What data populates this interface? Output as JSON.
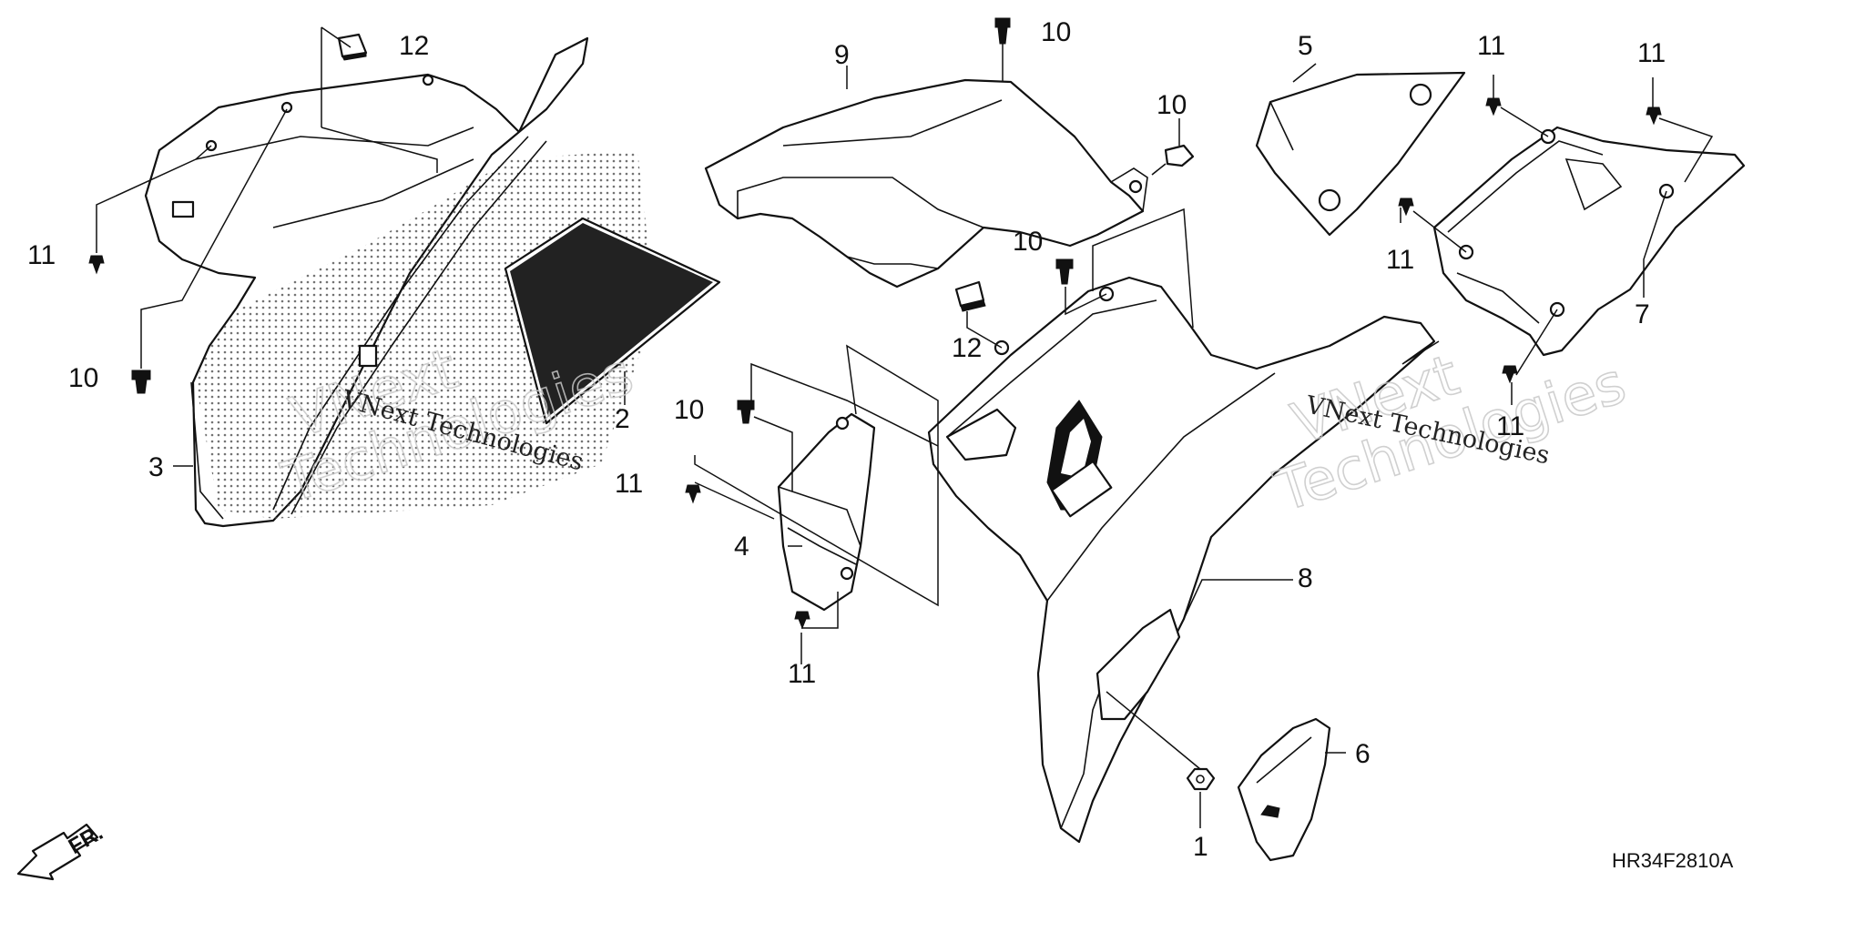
{
  "diagram_code": "HR34F2810A",
  "direction_label": "FR.",
  "watermark": {
    "line1": "VNext Technologies",
    "ghost_line_a": "VNext",
    "ghost_line_b": "Technologies"
  },
  "callouts": [
    {
      "label": "12"
    },
    {
      "label": "11"
    },
    {
      "label": "10"
    },
    {
      "label": "3"
    },
    {
      "label": "2"
    },
    {
      "label": "10"
    },
    {
      "label": "11"
    },
    {
      "label": "4"
    },
    {
      "label": "11"
    },
    {
      "label": "9"
    },
    {
      "label": "10"
    },
    {
      "label": "10"
    },
    {
      "label": "10"
    },
    {
      "label": "12"
    },
    {
      "label": "5"
    },
    {
      "label": "11"
    },
    {
      "label": "11"
    },
    {
      "label": "11"
    },
    {
      "label": "7"
    },
    {
      "label": "11"
    },
    {
      "label": "8"
    },
    {
      "label": "6"
    },
    {
      "label": "1"
    }
  ]
}
